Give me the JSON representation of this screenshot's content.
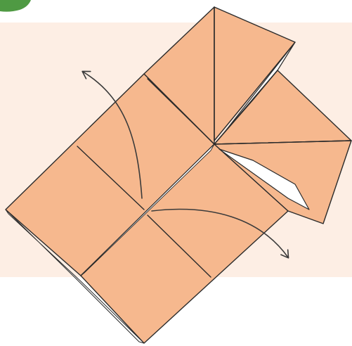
{
  "diagram": {
    "background_color": "#fdeee4",
    "paper_color": "#f6b88e",
    "paper_shadow_color": "#e9a57a",
    "line_color": "#2b2b2b",
    "arrow_color": "#3a3a3a",
    "reveal_color": "#ffffff",
    "corner_badge_color": "#4f9a43",
    "arrows": [
      {
        "name": "fold-arrow-up-left",
        "direction": "up-left"
      },
      {
        "name": "fold-arrow-down-right",
        "direction": "down-right"
      }
    ]
  }
}
